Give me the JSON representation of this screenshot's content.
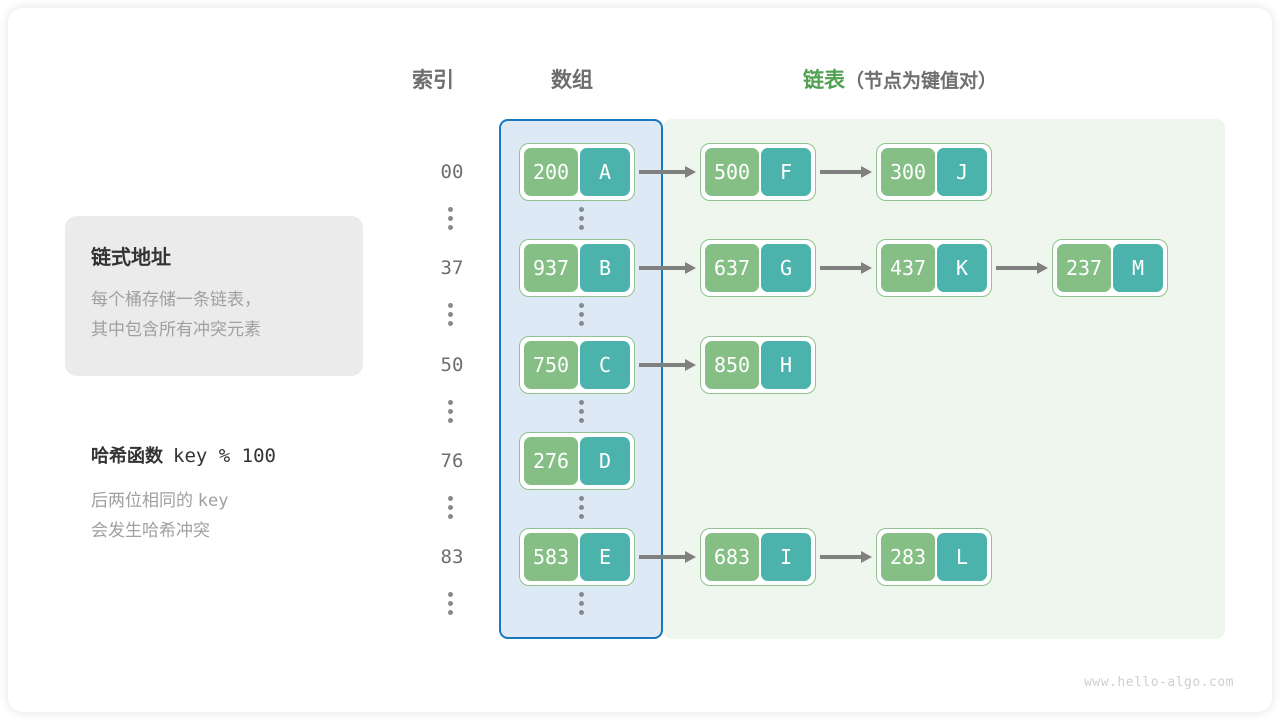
{
  "headings": {
    "index": "索引",
    "array": "数组",
    "list_main": "链表",
    "list_sub": "（节点为键值对）"
  },
  "info_card": {
    "title": "链式地址",
    "line1": "每个桶存储一条链表，",
    "line2": "其中包含所有冲突元素"
  },
  "hash_note": {
    "title_label": "哈希函数",
    "title_expr": "key % 100",
    "line1_a": "后两位相同的",
    "line1_b": "key",
    "line2": "会发生哈希冲突"
  },
  "colors": {
    "array_panel_bg": "#ddeaf5",
    "array_panel_border": "#1778bd",
    "list_panel_bg": "#eef6ee",
    "node_key_bg": "#85bf85",
    "node_value_bg": "#4cb3ac",
    "node_border": "#8fc28f",
    "arrow": "#808080",
    "heading_grey": "#6e6e6e",
    "heading_green": "#52a052",
    "info_card_bg": "#ebebeb",
    "muted_text": "#a0a0a0"
  },
  "rows": [
    {
      "index": "00",
      "nodes": [
        {
          "key": "200",
          "value": "A"
        },
        {
          "key": "500",
          "value": "F"
        },
        {
          "key": "300",
          "value": "J"
        }
      ]
    },
    {
      "index": "37",
      "nodes": [
        {
          "key": "937",
          "value": "B"
        },
        {
          "key": "637",
          "value": "G"
        },
        {
          "key": "437",
          "value": "K"
        },
        {
          "key": "237",
          "value": "M"
        }
      ]
    },
    {
      "index": "50",
      "nodes": [
        {
          "key": "750",
          "value": "C"
        },
        {
          "key": "850",
          "value": "H"
        }
      ]
    },
    {
      "index": "76",
      "nodes": [
        {
          "key": "276",
          "value": "D"
        }
      ]
    },
    {
      "index": "83",
      "nodes": [
        {
          "key": "583",
          "value": "E"
        },
        {
          "key": "683",
          "value": "I"
        },
        {
          "key": "283",
          "value": "L"
        }
      ]
    }
  ],
  "watermark": "www.hello-algo.com"
}
